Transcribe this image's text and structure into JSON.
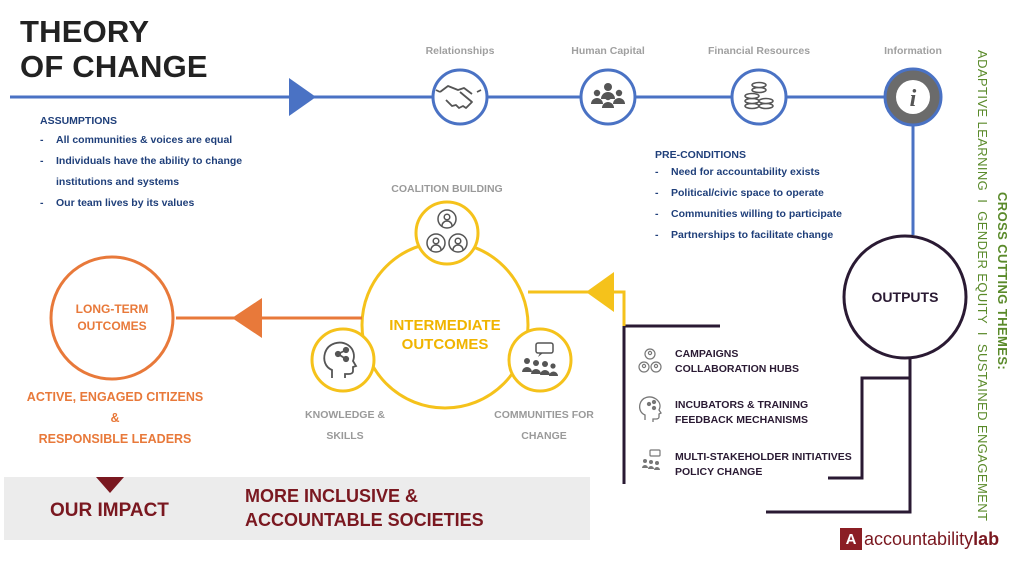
{
  "title_line1": "THEORY",
  "title_line2": "OF CHANGE",
  "resources": [
    "Relationships",
    "Human Capital",
    "Financial Resources",
    "Information"
  ],
  "assumptions": {
    "heading": "ASSUMPTIONS",
    "items": [
      "All communities & voices are equal",
      "Individuals have the ability to change",
      "institutions and systems",
      "Our team lives by its values"
    ]
  },
  "preconditions": {
    "heading": "PRE-CONDITIONS",
    "items": [
      "Need for accountability exists",
      "Political/civic space to operate",
      "Communities willing to participate",
      "Partnerships to facilitate change"
    ]
  },
  "coalition_building": "COALITION BUILDING",
  "intermediate_line1": "INTERMEDIATE",
  "intermediate_line2": "OUTCOMES",
  "knowledge_line1": "KNOWLEDGE &",
  "knowledge_line2": "SKILLS",
  "communities_line1": "COMMUNITIES FOR",
  "communities_line2": "CHANGE",
  "long_term_line1": "LONG-TERM",
  "long_term_line2": "OUTCOMES",
  "active_line1": "ACTIVE, ENGAGED CITIZENS",
  "active_line2": "&",
  "active_line3": "RESPONSIBLE LEADERS",
  "outputs": "OUTPUTS",
  "activities": [
    {
      "line1": "CAMPAIGNS",
      "line2": "COLLABORATION HUBS",
      "icon": "people-group-icon"
    },
    {
      "line1": "INCUBATORS & TRAINING",
      "line2": "FEEDBACK MECHANISMS",
      "icon": "head-network-icon"
    },
    {
      "line1": "MULTI-STAKEHOLDER INITIATIVES",
      "line2": "POLICY CHANGE",
      "icon": "speech-crowd-icon"
    }
  ],
  "our_impact": "OUR IMPACT",
  "impact_line1": "MORE INCLUSIVE &",
  "impact_line2": "ACCOUNTABLE SOCIETIES",
  "cross_cutting": {
    "heading": "CROSS CUTTING THEMES:",
    "themes": "ADAPTIVE LEARNING  I  GENDER EQUITY  I  SUSTAINED ENGAGEMENT"
  },
  "logo": {
    "mark": "A",
    "part1": "accountability",
    "part2": "lab"
  },
  "colors": {
    "blue": "#4a72c4",
    "gold": "#f5c21b",
    "orange": "#e8793a",
    "purple": "#2a1a33",
    "maroon": "#7a1820",
    "green": "#5a8a2a"
  }
}
